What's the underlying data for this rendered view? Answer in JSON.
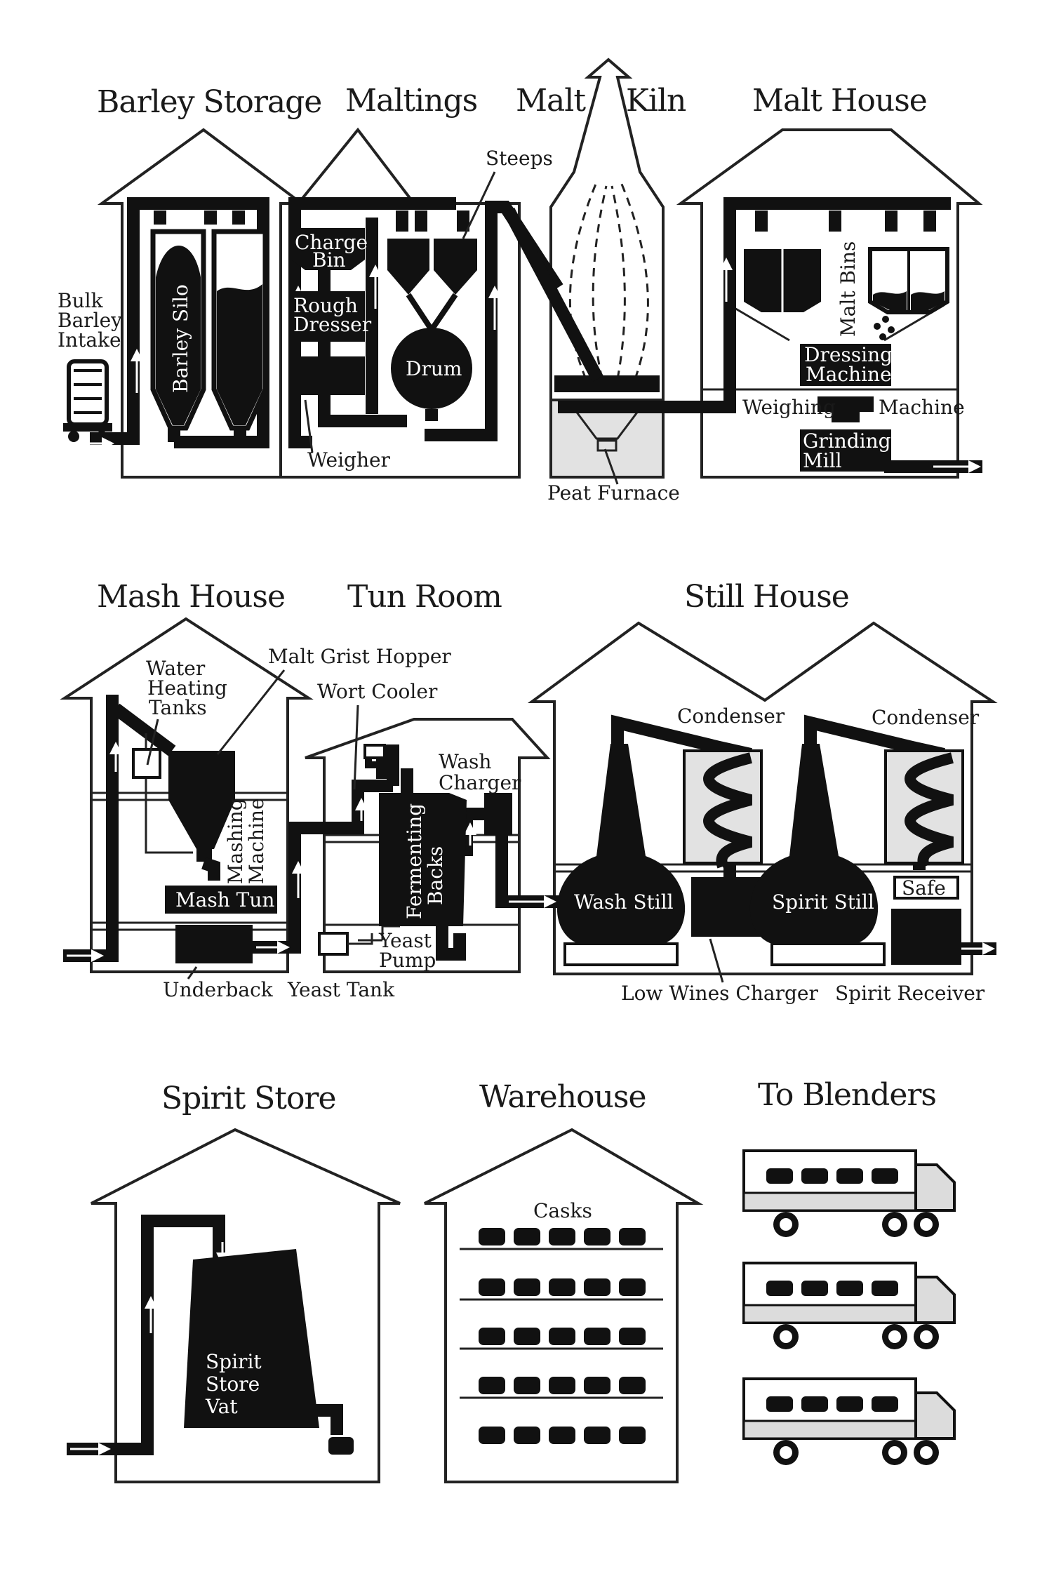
{
  "panel1": {
    "sections": [
      "Barley Storage",
      "Maltings",
      "Malt",
      "Kiln",
      "Malt House"
    ],
    "labels": {
      "steeps": "Steeps",
      "bulk_barley_intake": [
        "Bulk",
        "Barley",
        "Intake"
      ],
      "barley_silo": "Barley Silo",
      "charge_bin": [
        "Charge",
        "Bin"
      ],
      "rough_dresser": [
        "Rough",
        "Dresser"
      ],
      "drum": "Drum",
      "weigher": "Weigher",
      "peat_furnace": "Peat Furnace",
      "malt_bins": "Malt Bins",
      "dressing_machine": [
        "Dressing",
        "Machine"
      ],
      "weighing": "Weighing",
      "machine": "Machine",
      "grinding_mill": [
        "Grinding",
        "Mill"
      ]
    }
  },
  "panel2": {
    "sections": [
      "Mash House",
      "Tun Room",
      "Still House"
    ],
    "labels": {
      "water_heating_tanks": [
        "Water",
        "Heating",
        "Tanks"
      ],
      "malt_grist_hopper": "Malt Grist Hopper",
      "wort_cooler": "Wort Cooler",
      "wash_charger": [
        "Wash",
        "Charger"
      ],
      "mashing_machine": [
        "Mashing",
        "Machine"
      ],
      "mash_tun": "Mash Tun",
      "fermenting_backs": [
        "Fermenting",
        "Backs"
      ],
      "yeast_pump": [
        "Yeast",
        "Pump"
      ],
      "underback": "Underback",
      "yeast_tank": "Yeast Tank",
      "condenser_1": "Condenser",
      "condenser_2": "Condenser",
      "wash_still": "Wash Still",
      "spirit_still": "Spirit Still",
      "safe": "Safe",
      "low_wines_charger": "Low Wines Charger",
      "spirit_receiver": "Spirit Receiver"
    }
  },
  "panel3": {
    "sections": [
      "Spirit Store",
      "Warehouse",
      "To Blenders"
    ],
    "labels": {
      "spirit_store_vat": [
        "Spirit",
        "Store",
        "Vat"
      ],
      "casks": "Casks"
    }
  }
}
